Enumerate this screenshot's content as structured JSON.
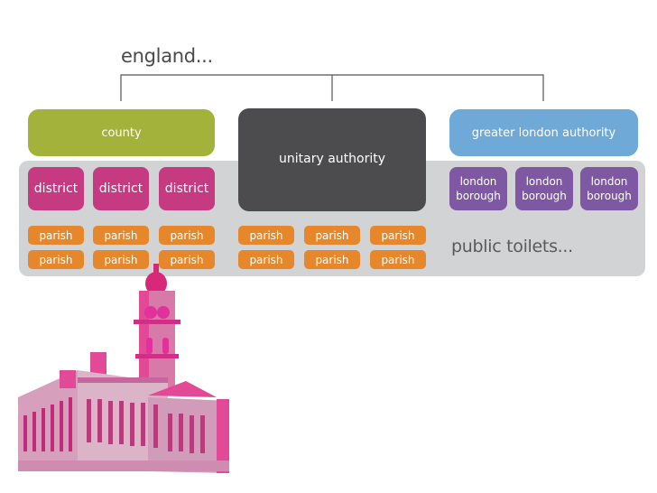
{
  "title": "england...",
  "top_nodes": {
    "county": "county",
    "unitary": "unitary authority",
    "gla": "greater london authority"
  },
  "districts": [
    "district",
    "district",
    "district"
  ],
  "boroughs": [
    {
      "line1": "london",
      "line2": "borough"
    },
    {
      "line1": "london",
      "line2": "borough"
    },
    {
      "line1": "london",
      "line2": "borough"
    }
  ],
  "parishes": [
    "parish",
    "parish",
    "parish",
    "parish",
    "parish",
    "parish",
    "parish",
    "parish",
    "parish",
    "parish",
    "parish",
    "parish"
  ],
  "footer_text": "public toilets...",
  "colors": {
    "county": "#a3b23a",
    "unitary": "#4c4c4e",
    "gla": "#6fa9d8",
    "district": "#c63a82",
    "borough": "#7e58a2",
    "parish": "#e6872c",
    "band": "#d2d3d5",
    "building": "#e8479a"
  }
}
